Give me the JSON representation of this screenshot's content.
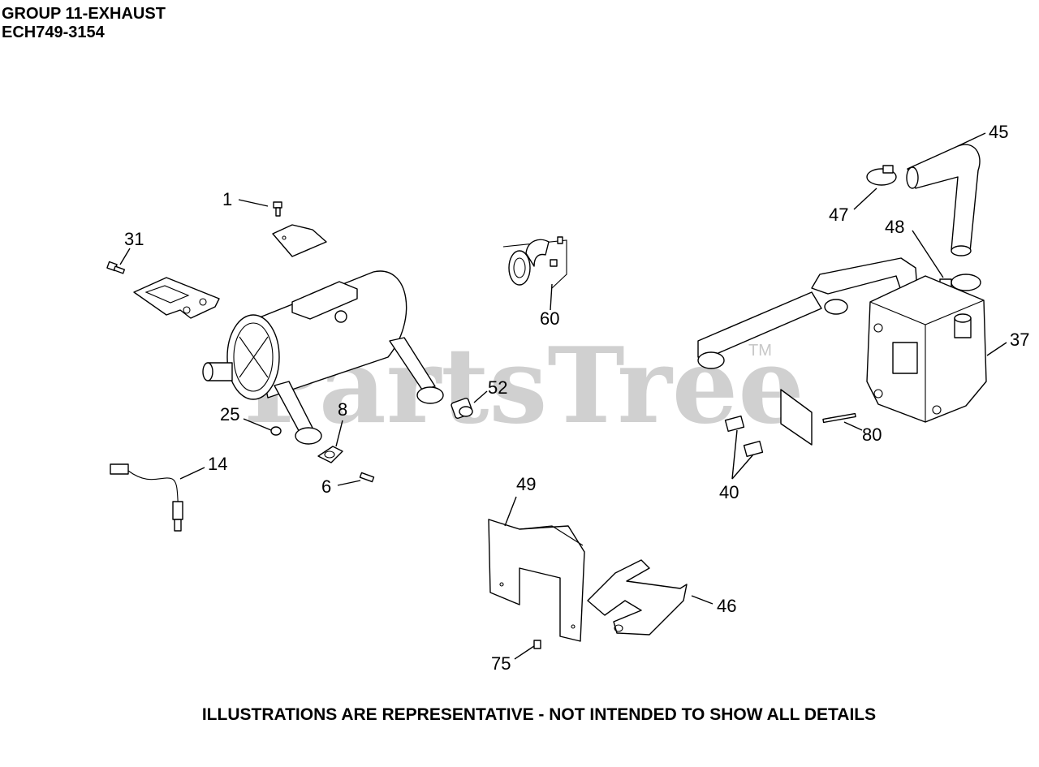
{
  "header": {
    "group_title": "GROUP 11-EXHAUST",
    "model_number": "ECH749-3154"
  },
  "watermark": {
    "text": "PartsTree",
    "trademark": "TM"
  },
  "callouts": {
    "c1": "1",
    "c31": "31",
    "c25": "25",
    "c8": "8",
    "c14": "14",
    "c6": "6",
    "c60": "60",
    "c52": "52",
    "c49": "49",
    "c75": "75",
    "c46": "46",
    "c45": "45",
    "c47": "47",
    "c48": "48",
    "c37": "37",
    "c80": "80",
    "c40": "40"
  },
  "footer": {
    "disclaimer": "ILLUSTRATIONS ARE REPRESENTATIVE - NOT INTENDED TO SHOW ALL DETAILS"
  }
}
